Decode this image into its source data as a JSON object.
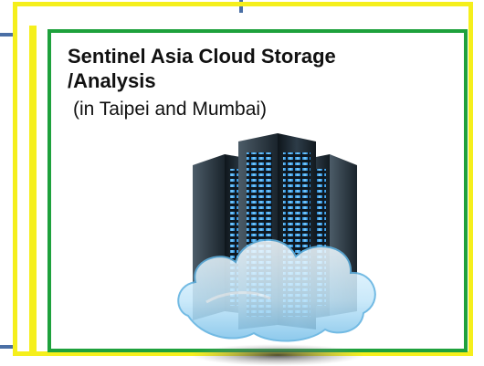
{
  "panel": {
    "title_line1": "Sentinel Asia Cloud Storage",
    "title_line2": "/Analysis",
    "subtitle": "(in Taipei and Mumbai)"
  },
  "illustration": {
    "icon": "cloud-server-icon"
  },
  "colors": {
    "outer_frame": "#f5ef1c",
    "panel_border": "#1ea13c",
    "connector": "#4a6fa5",
    "server_body": "#1f2a33",
    "server_lights": "#3fa9f5",
    "cloud": "#a9dcf5"
  }
}
